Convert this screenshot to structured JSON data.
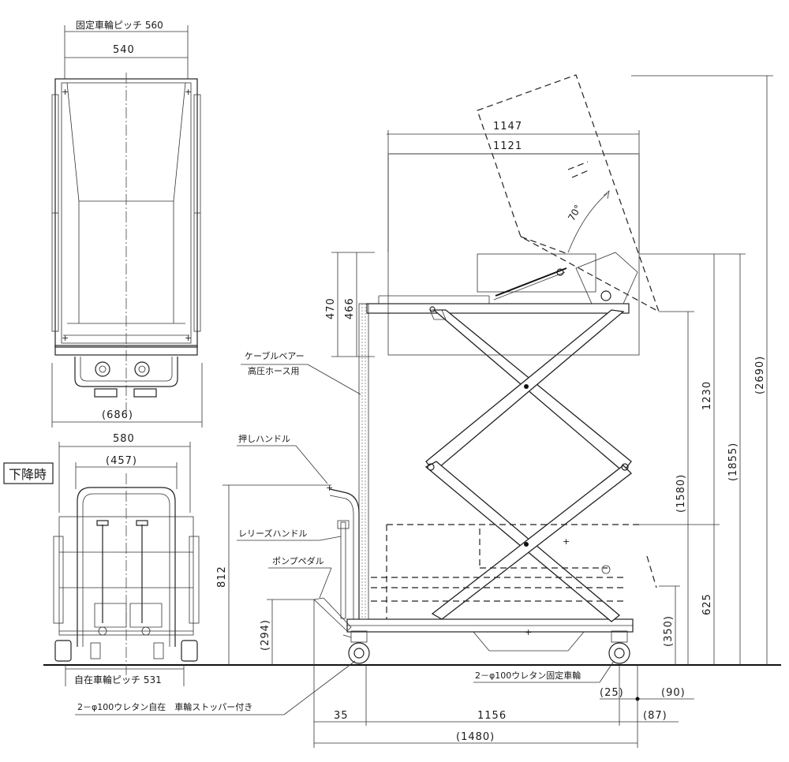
{
  "status_note": "下降時",
  "labels": {
    "cable_bearer": "ケーブルベアー",
    "high_pressure_hose": "高圧ホース用",
    "push_handle": "押しハンドル",
    "release_handle": "レリーズハンドル",
    "pump_pedal": "ポンプペダル",
    "fixed_caster": "2－φ100ウレタン固定車輪",
    "free_caster": "2－φ100ウレタン自在　車輪ストッパー付き",
    "free_wheel_pitch": "自在車輪ピッチ  531",
    "fixed_wheel_pitch": "固定車輪ピッチ  560"
  },
  "dims": {
    "d540": "540",
    "d686": "(686)",
    "d580": "580",
    "d457": "(457)",
    "d1147": "1147",
    "d1121": "1121",
    "d470": "470",
    "d466": "466",
    "d812": "812",
    "d294": "(294)",
    "d1230": "1230",
    "d1580": "(1580)",
    "d1855": "(1855)",
    "d2690": "(2690)",
    "d625": "625",
    "d350": "(350)",
    "d25": "(25)",
    "d90": "(90)",
    "d87": "(87)",
    "d35": "35",
    "d1156": "1156",
    "d1480": "(1480)",
    "angle": "70°"
  }
}
